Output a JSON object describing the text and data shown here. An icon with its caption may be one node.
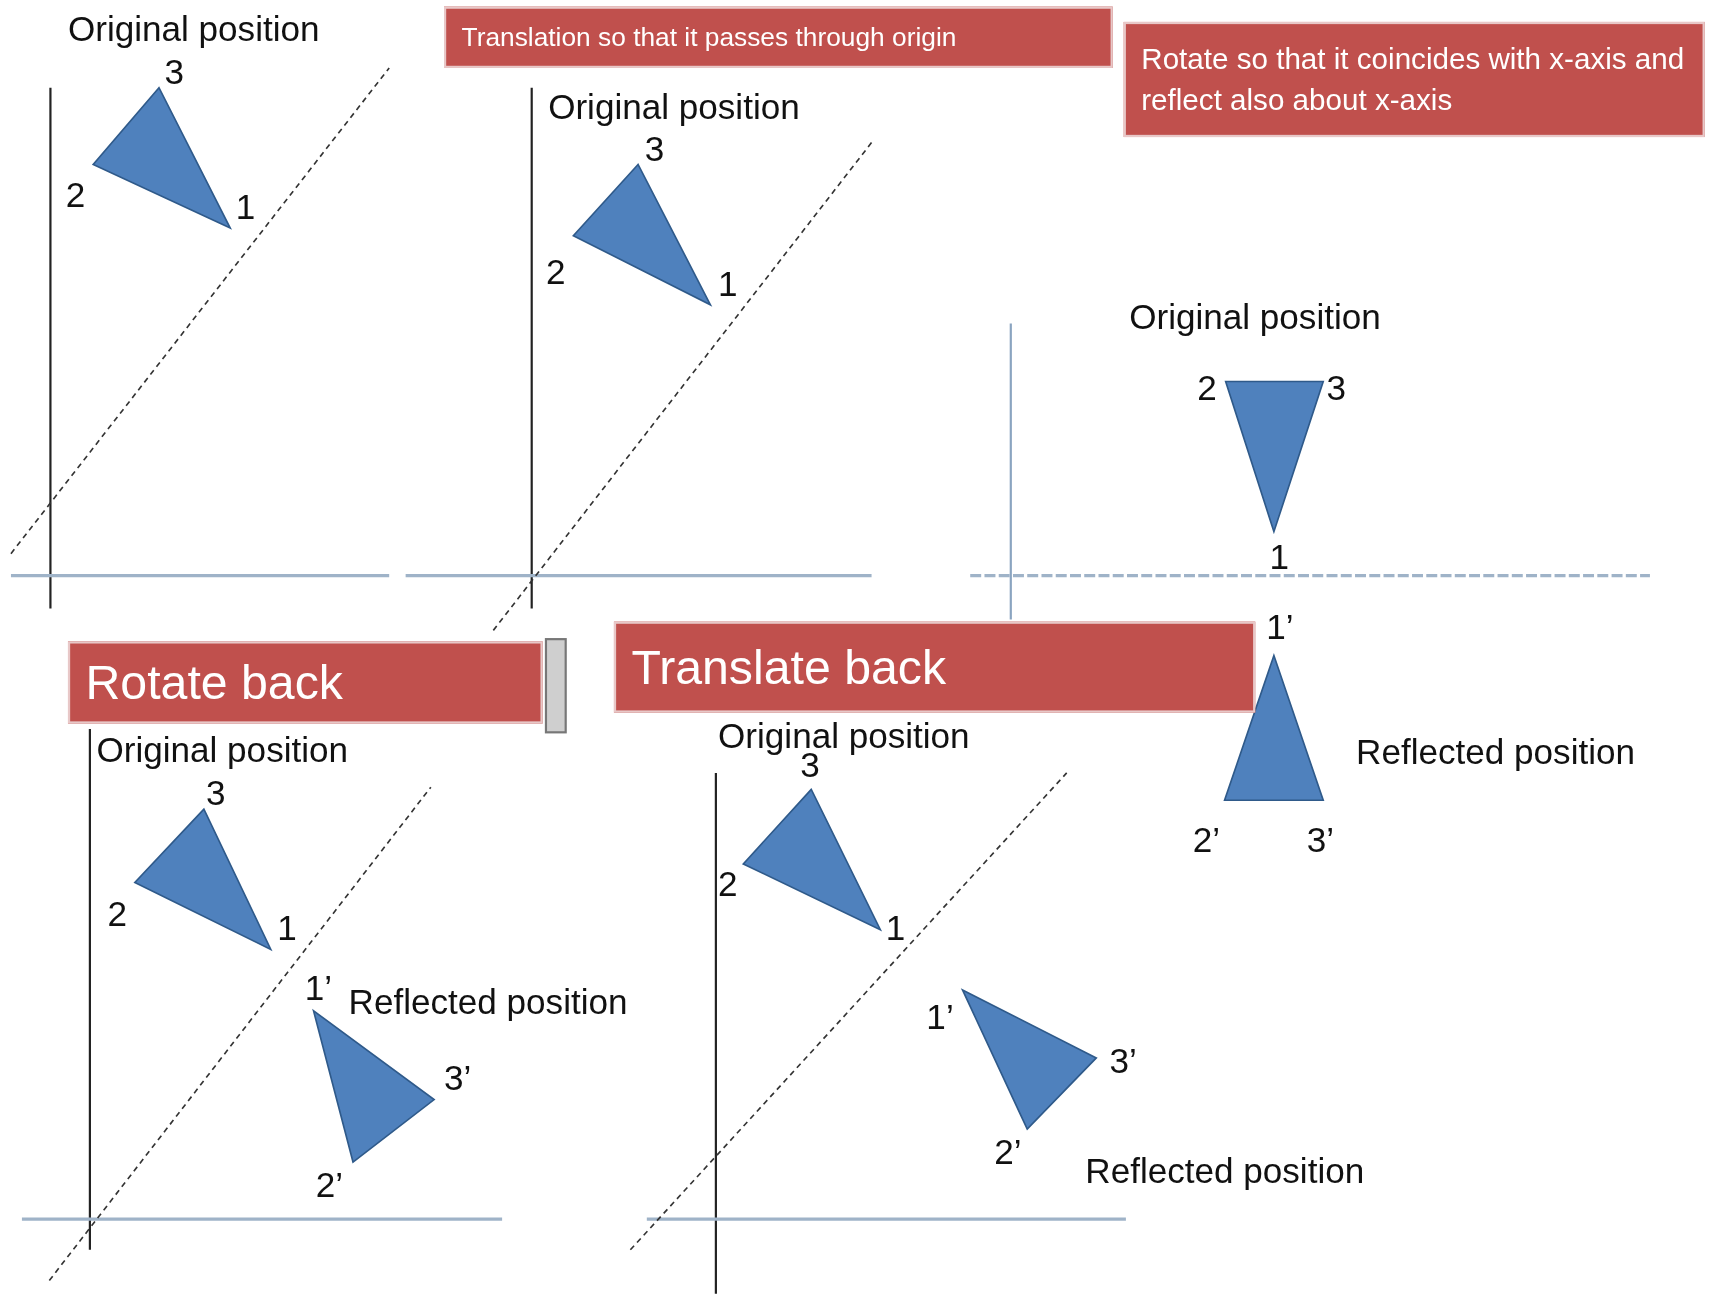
{
  "diagram": {
    "nodes": [
      {
        "text": [
          "Translation so that it passes through origin"
        ]
      },
      {
        "text": [
          "Rotate so that it coincides with x-axis and reflect also about x-axis"
        ]
      },
      {
        "text": [
          "Rotate back"
        ]
      },
      {
        "text": [
          "Translate back"
        ]
      }
    ],
    "labels": [
      "Original position",
      "3",
      "2",
      "1",
      "Original position",
      "3",
      "2",
      "1",
      "Original position",
      "2",
      "3",
      "1",
      "1’",
      "Reflected position",
      "2’",
      "3’",
      "Original position",
      "3",
      "2",
      "1",
      "1’",
      "Reflected position",
      "3’",
      "2’",
      "Original position",
      "3",
      "2",
      "1",
      "1’",
      "3’",
      "2’",
      "Reflected position"
    ]
  }
}
